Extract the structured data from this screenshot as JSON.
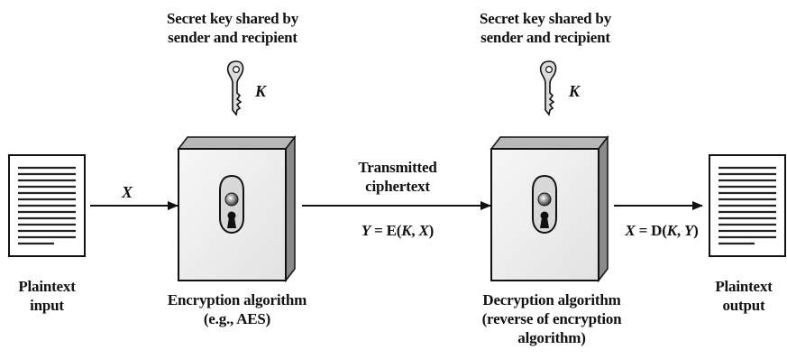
{
  "diagram": {
    "enc_key_caption": [
      "Secret key shared by",
      "sender and recipient"
    ],
    "dec_key_caption": [
      "Secret key shared by",
      "sender and recipient"
    ],
    "enc_key_var": "K",
    "dec_key_var": "K",
    "plaintext_input_label": [
      "Plaintext",
      "input"
    ],
    "plaintext_output_label": [
      "Plaintext",
      "output"
    ],
    "input_var": "X",
    "encryption_label": [
      "Encryption algorithm",
      "(e.g., AES)"
    ],
    "decryption_label": [
      "Decryption algorithm",
      "(reverse of encryption",
      "algorithm)"
    ],
    "transmitted_label": [
      "Transmitted",
      "ciphertext"
    ],
    "ciphertext_formula": {
      "lhs": "Y",
      "eq": " = E(",
      "k": "K",
      "sep": ", ",
      "x": "X",
      "close": ")"
    },
    "plaintext_formula": {
      "lhs": "X",
      "eq": " = D(",
      "k": "K",
      "sep": ", ",
      "y": "Y",
      "close": ")"
    },
    "colors": {
      "ink": "#111111",
      "box_face": "#efefef",
      "box_side": "#8a8a8a",
      "box_top": "#b8b8b8"
    }
  }
}
